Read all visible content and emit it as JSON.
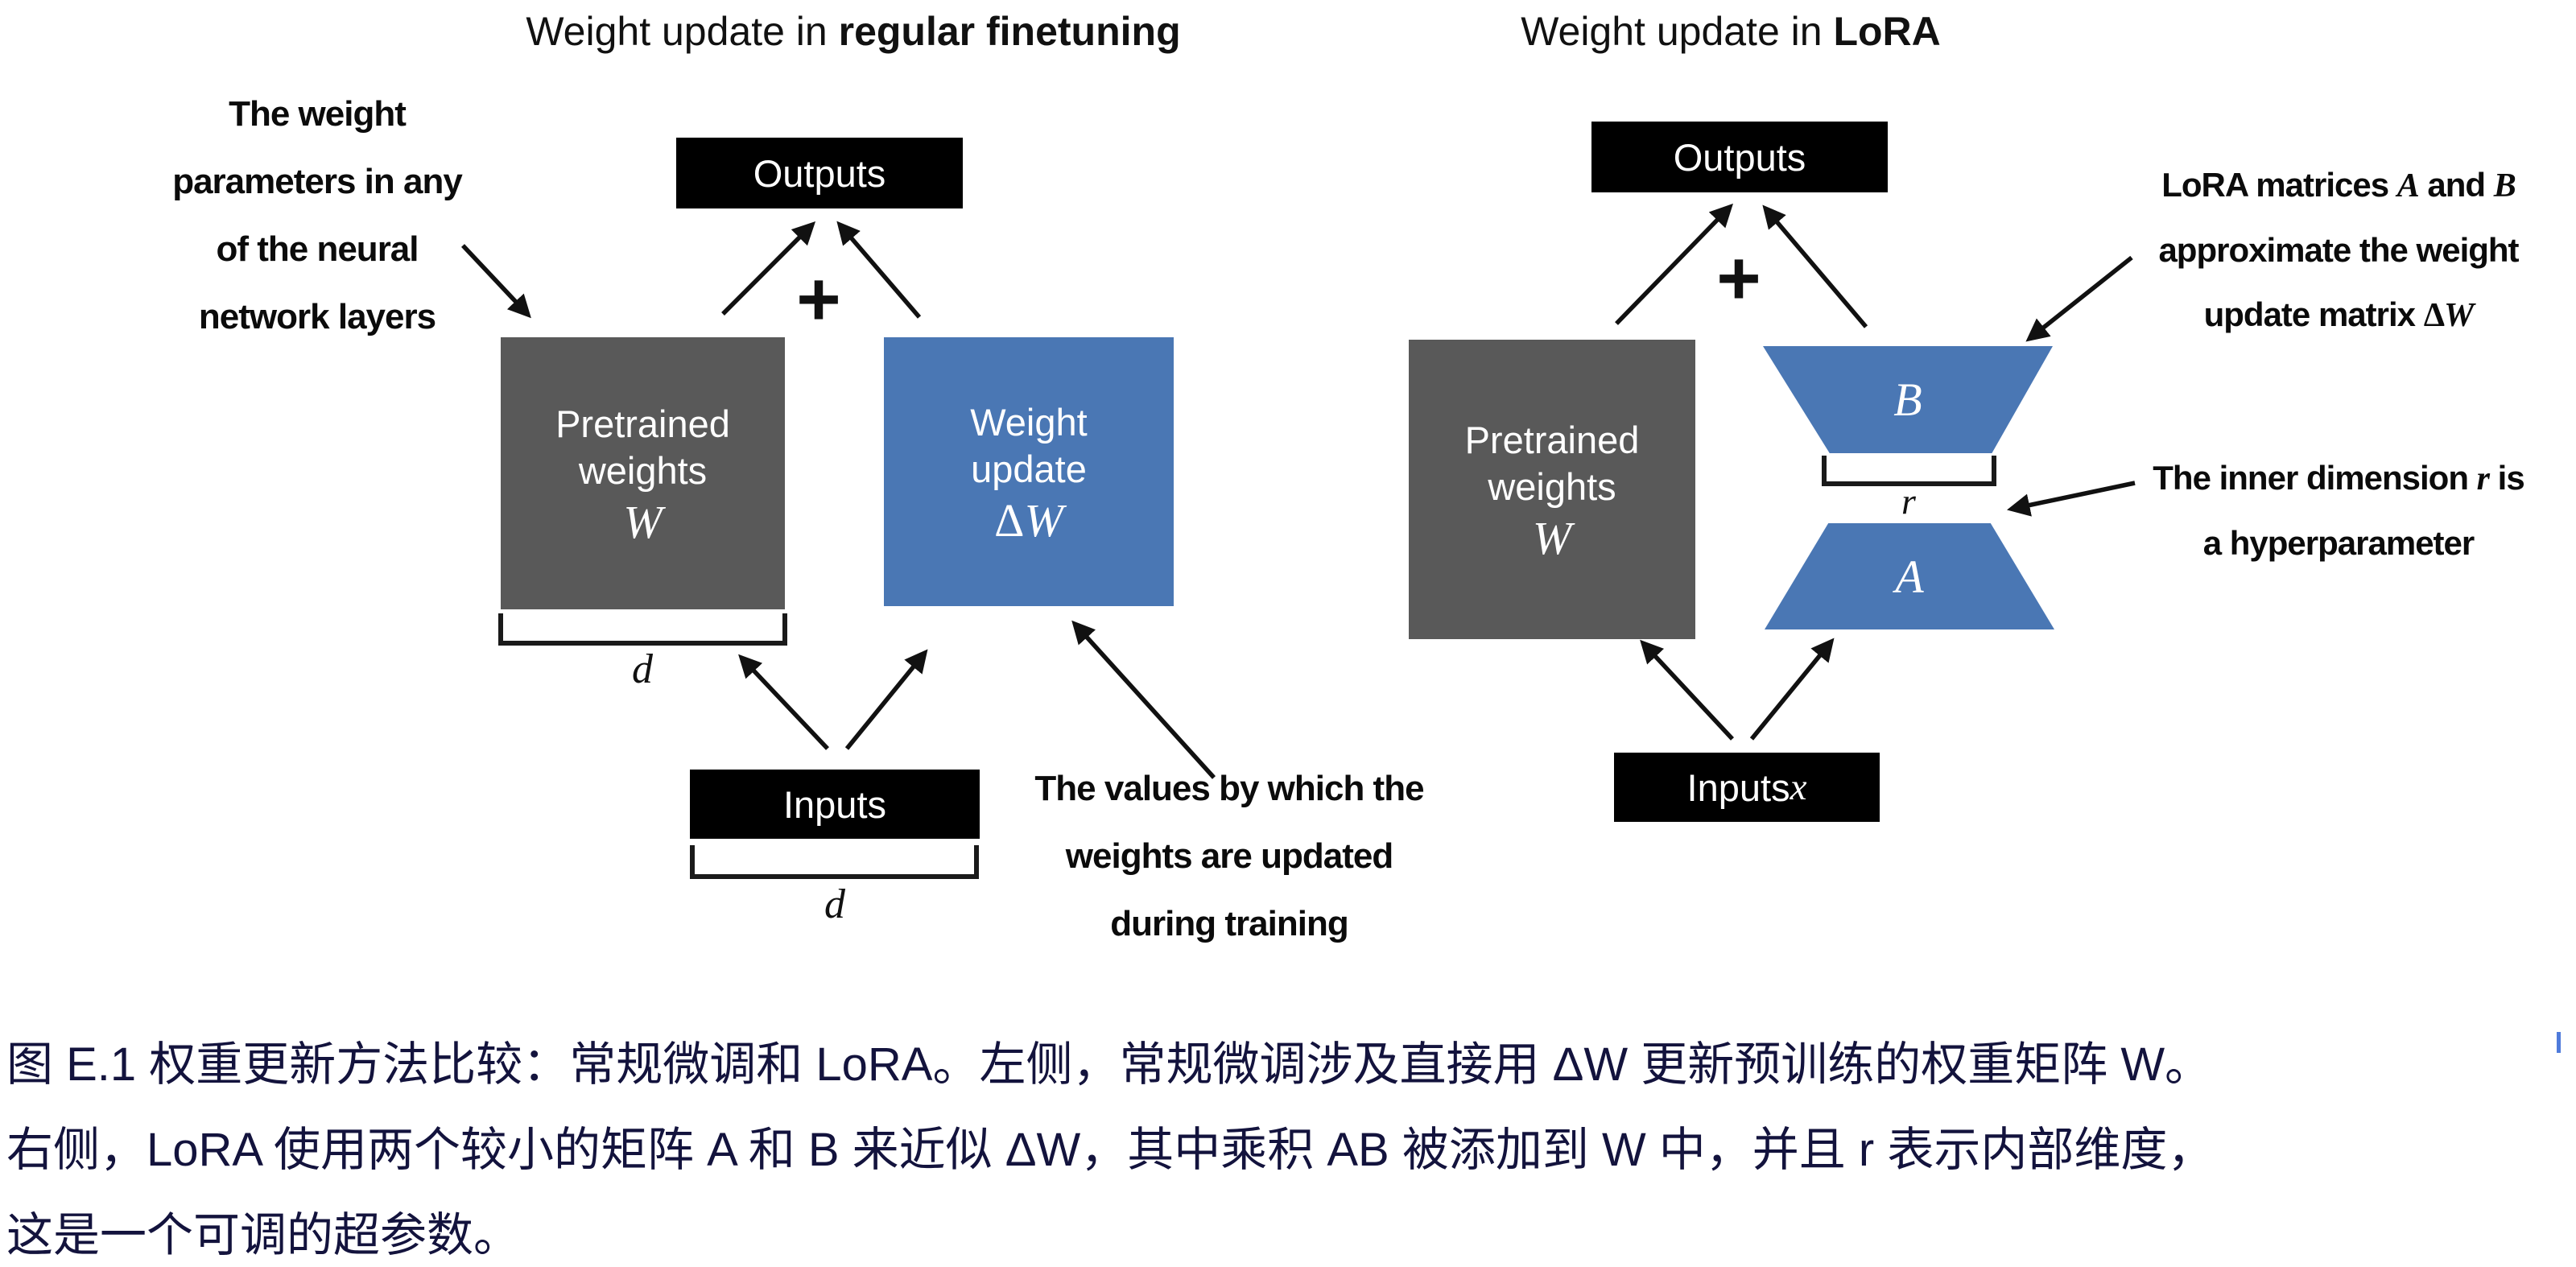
{
  "left_panel": {
    "title_prefix": "Weight update in ",
    "title_bold": "regular finetuning",
    "annotation_weight_params": {
      "lines": [
        "The weight",
        "parameters in any",
        "of the neural",
        "network layers"
      ]
    },
    "outputs_label": "Outputs",
    "plus": "+",
    "pretrained_box": {
      "line1": "Pretrained",
      "line2": "weights",
      "symbol": "W"
    },
    "weight_update_box": {
      "line1": "Weight",
      "line2": "update",
      "symbol_delta": "Δ",
      "symbol_w": "W"
    },
    "dim_d_weights": "d",
    "inputs_label": "Inputs",
    "dim_d_inputs": "d",
    "annotation_values": {
      "lines": [
        "The values by which the",
        "weights are updated",
        "during training"
      ]
    }
  },
  "right_panel": {
    "title_prefix": "Weight update in ",
    "title_bold": "LoRA",
    "outputs_label": "Outputs",
    "plus": "+",
    "pretrained_box": {
      "line1": "Pretrained",
      "line2": "weights",
      "symbol": "W"
    },
    "matrix_b_label": "B",
    "matrix_a_label": "A",
    "dim_r": "r",
    "inputs_prefix": "Inputs ",
    "inputs_symbol": "x",
    "annotation_lora": {
      "l1a": "LoRA matrices ",
      "l1b": "A",
      "l1c": " and ",
      "l1d": "B",
      "l2": "approximate the weight",
      "l3a": "update matrix ",
      "l3b": "Δ",
      "l3c": "W"
    },
    "annotation_inner_dim": {
      "l1a": "The inner dimension ",
      "l1b": "r",
      "l1c": " is",
      "l2": "a hyperparameter"
    }
  },
  "caption": {
    "lines": [
      "图 E.1 权重更新方法比较：常规微调和 LoRA。左侧，常规微调涉及直接用 ΔW 更新预训练的权重矩阵 W。",
      "右侧，LoRA 使用两个较小的矩阵 A 和 B 来近似 ΔW，其中乘积 AB 被添加到 W 中，并且 r 表示内部维度，",
      "这是一个可调的超参数。"
    ]
  },
  "colors": {
    "box_black": "#000000",
    "box_gray": "#595959",
    "box_blue": "#4a77b4",
    "caption_text": "#13133d",
    "arrow": "#111111",
    "cursor_blue": "#4f7bdb"
  }
}
